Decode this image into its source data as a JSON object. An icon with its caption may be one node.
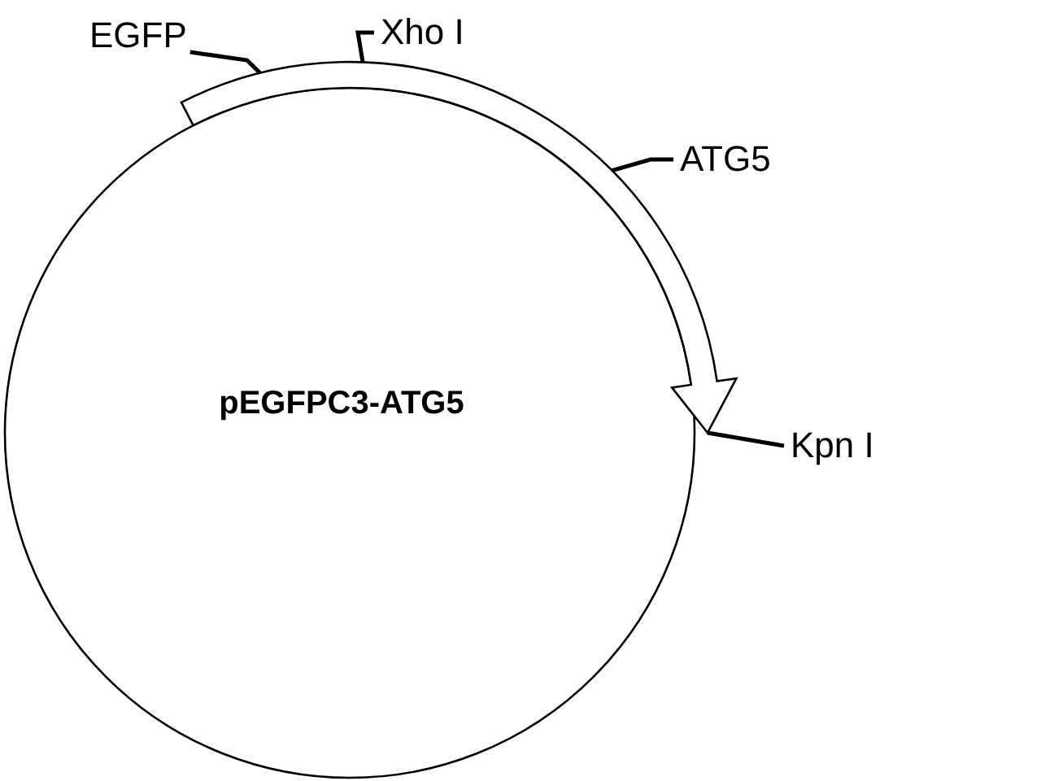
{
  "diagram": {
    "nodes": [
      {
        "text": [
          "pEGFPC3-ATG5"
        ]
      },
      {
        "text": [],
        "shape": "arrow"
      },
      {
        "text": [
          "EGFP"
        ]
      },
      {
        "text": [
          "Xho I"
        ]
      },
      {
        "text": [
          "ATG5"
        ]
      },
      {
        "text": [
          "Kpn I"
        ]
      }
    ],
    "edges": [
      {
        "from": 2,
        "to": 1,
        "arrow": "none"
      },
      {
        "from": 3,
        "to": 1,
        "arrow": "none"
      },
      {
        "from": 4,
        "to": 1,
        "arrow": "none"
      },
      {
        "from": 5,
        "to": 1,
        "arrow": "none"
      }
    ]
  }
}
